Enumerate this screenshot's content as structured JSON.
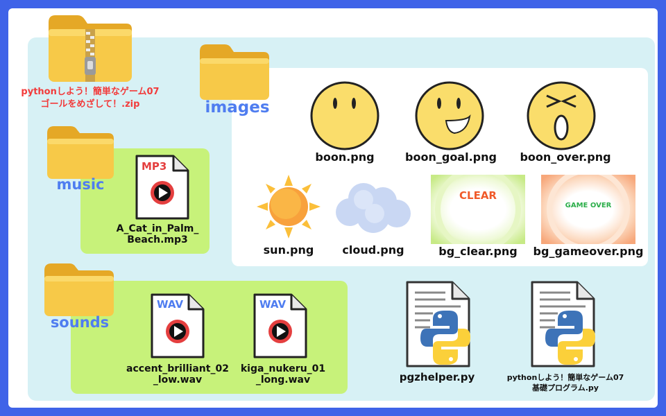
{
  "zip": {
    "line1": "pythonしよう！簡単なゲーム07",
    "line2": "ゴールをめざして！.zip"
  },
  "folders": {
    "images": "images",
    "music": "music",
    "sounds": "sounds"
  },
  "images_files": {
    "boon": "boon.png",
    "boon_goal": "boon_goal.png",
    "boon_over": "boon_over.png",
    "sun": "sun.png",
    "cloud": "cloud.png",
    "bg_clear": "bg_clear.png",
    "bg_gameover": "bg_gameover.png",
    "clear_text": "CLEAR",
    "gameover_text": "GAME OVER"
  },
  "music_files": {
    "tag": "MP3",
    "name_line1": "A_Cat_in_Palm_",
    "name_line2": "Beach.mp3"
  },
  "sound_files": [
    {
      "tag": "WAV",
      "line1": "accent_brilliant_02",
      "line2": "_low.wav"
    },
    {
      "tag": "WAV",
      "line1": "kiga_nukeru_01",
      "line2": "_long.wav"
    }
  ],
  "py_files": {
    "pgzhelper": "pgzhelper.py",
    "main_line1": "pythonしよう！簡単なゲーム07",
    "main_line2": "基礎プログラム.py"
  },
  "colors": {
    "background": "#3f63e8",
    "cyan_zone": "#d7f1f5",
    "green_zone": "#c7f27a",
    "folder": "#f7c948",
    "folder_label": "#4f7df0",
    "zip_label": "#f23b3b"
  }
}
